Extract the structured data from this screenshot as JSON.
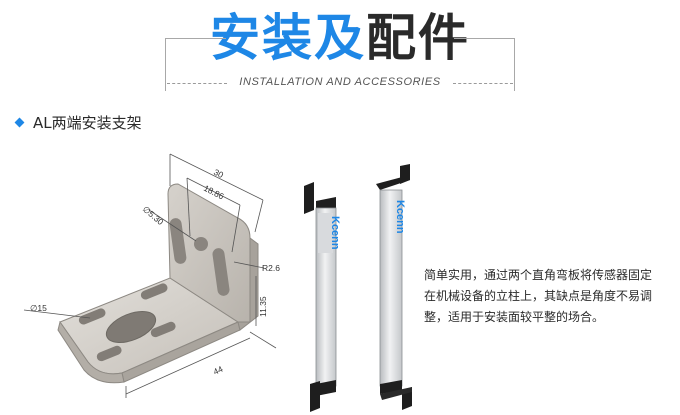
{
  "header": {
    "title_blue": "安装及",
    "title_dark": "配件",
    "subtitle": "INSTALLATION AND ACCESSORIES"
  },
  "section": {
    "title": "AL两端安装支架"
  },
  "drawing": {
    "dim_30": "30",
    "dim_18_86": "18.86",
    "dim_phi_5_30": "∅5.30",
    "dim_r2_6": "R2.6",
    "dim_11_35": "11.35",
    "dim_phi_15": "∅15",
    "dim_44": "44"
  },
  "product": {
    "brand": "Kcenn"
  },
  "description": {
    "lines": [
      "简单实用，通过两个直角弯板将传感器固定",
      "在机械设备的立柱上，其缺点是角度不易调",
      "整，适用于安装面较平整的场合。"
    ]
  }
}
